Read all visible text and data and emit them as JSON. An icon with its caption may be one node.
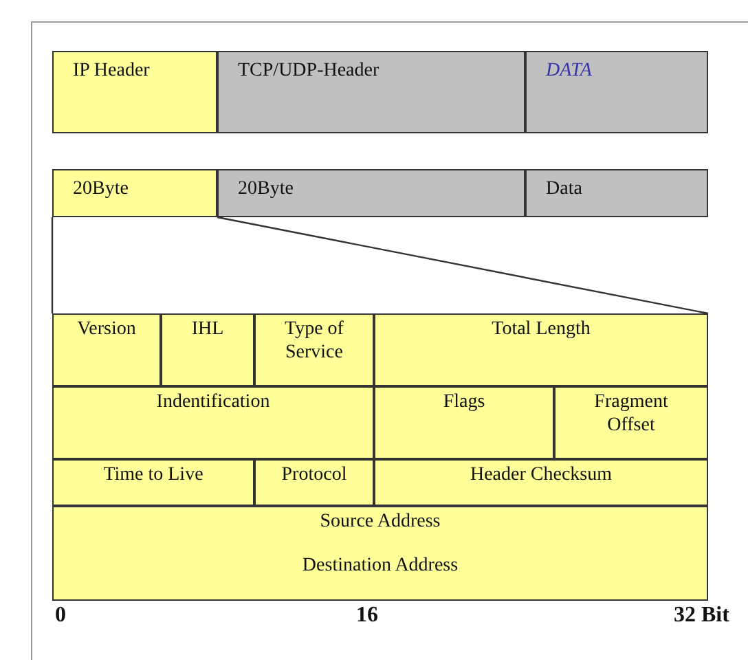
{
  "diagram": {
    "nodes": [
      {
        "text": [
          "IP Header"
        ]
      },
      {
        "text": [
          "TCP/UDP-Header"
        ]
      },
      {
        "text": [
          "DATA"
        ]
      },
      {
        "text": [
          "20Byte"
        ]
      },
      {
        "text": [
          "20Byte"
        ]
      },
      {
        "text": [
          "Data"
        ]
      },
      {
        "text": [
          "Version"
        ]
      },
      {
        "text": [
          "IHL"
        ]
      },
      {
        "text": [
          "Type of Service"
        ]
      },
      {
        "text": [
          "Total Length"
        ]
      },
      {
        "text": [
          "Indentification"
        ]
      },
      {
        "text": [
          "Flags"
        ]
      },
      {
        "text": [
          "Fragment Offset"
        ]
      },
      {
        "text": [
          "Time to Live"
        ]
      },
      {
        "text": [
          "Protocol"
        ]
      },
      {
        "text": [
          "Header Checksum"
        ]
      },
      {
        "text": [
          "Source Address",
          "Destination Address"
        ]
      }
    ],
    "edges": [],
    "labels": [
      "0",
      "16",
      "32 Bit"
    ]
  }
}
